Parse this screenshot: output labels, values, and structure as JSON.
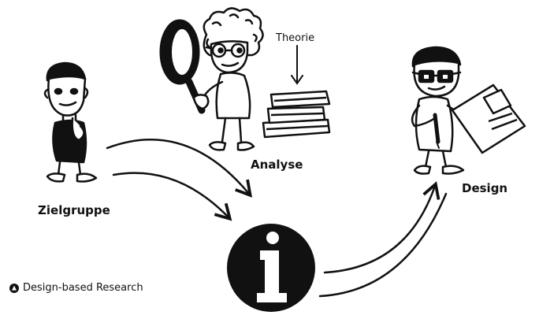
{
  "labels": {
    "zielgruppe": "Zielgruppe",
    "analyse": "Analyse",
    "theorie": "Theorie",
    "design": "Design",
    "info_glyph": "i"
  },
  "caption": {
    "text": "Design-based Research",
    "icon": "triangle-in-circle-icon"
  },
  "colors": {
    "ink": "#111111",
    "paper": "#ffffff"
  }
}
